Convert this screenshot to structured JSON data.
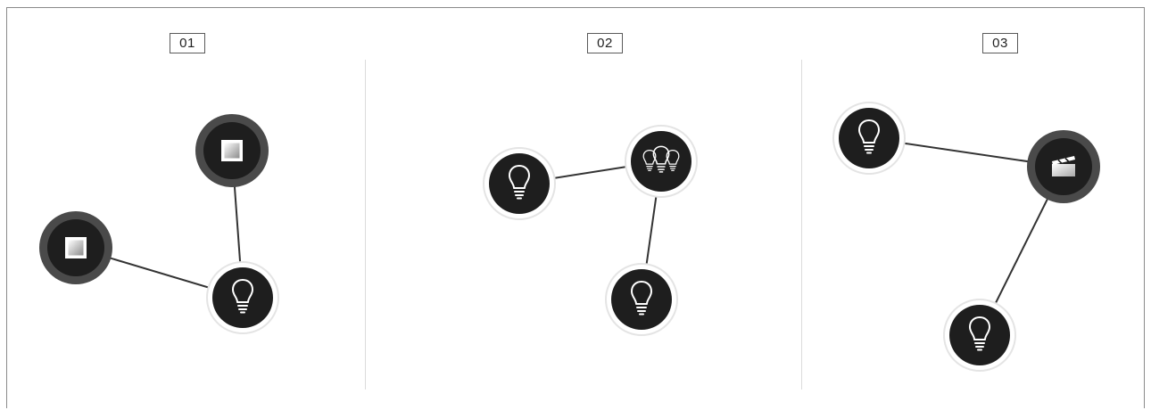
{
  "panels": [
    {
      "label": "01",
      "nodes": [
        {
          "id": "p1-switch-top",
          "type": "switch",
          "icon": "switch-icon"
        },
        {
          "id": "p1-switch-left",
          "type": "switch",
          "icon": "switch-icon"
        },
        {
          "id": "p1-bulb",
          "type": "bulb",
          "icon": "bulb-icon"
        }
      ],
      "links": [
        [
          "p1-switch-top",
          "p1-bulb"
        ],
        [
          "p1-switch-left",
          "p1-bulb"
        ]
      ]
    },
    {
      "label": "02",
      "nodes": [
        {
          "id": "p2-bulb-left",
          "type": "bulb",
          "icon": "bulb-icon"
        },
        {
          "id": "p2-group",
          "type": "bulb-group",
          "icon": "bulb-group-icon"
        },
        {
          "id": "p2-bulb-bottom",
          "type": "bulb",
          "icon": "bulb-icon"
        }
      ],
      "links": [
        [
          "p2-bulb-left",
          "p2-group"
        ],
        [
          "p2-group",
          "p2-bulb-bottom"
        ]
      ]
    },
    {
      "label": "03",
      "nodes": [
        {
          "id": "p3-bulb-top",
          "type": "bulb",
          "icon": "bulb-icon"
        },
        {
          "id": "p3-scene",
          "type": "scene",
          "icon": "clapperboard-icon"
        },
        {
          "id": "p3-bulb-bottom",
          "type": "bulb",
          "icon": "bulb-icon"
        }
      ],
      "links": [
        [
          "p3-bulb-top",
          "p3-scene"
        ],
        [
          "p3-scene",
          "p3-bulb-bottom"
        ]
      ]
    }
  ]
}
